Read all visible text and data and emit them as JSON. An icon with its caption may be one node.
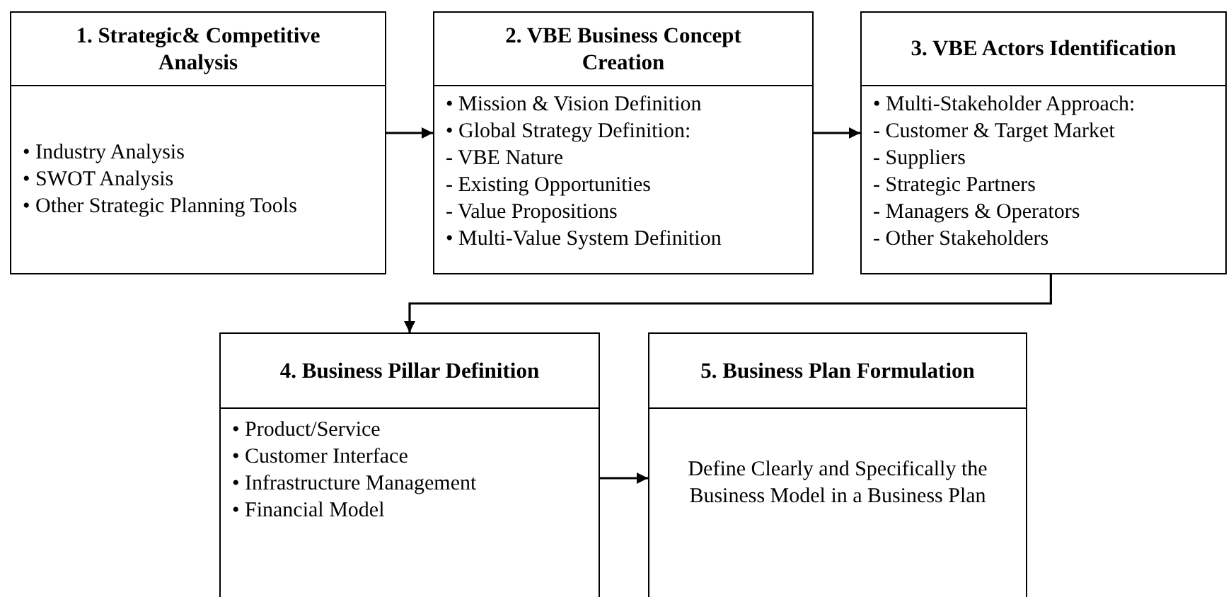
{
  "diagram": {
    "nodes": [
      {
        "text": [
          "1. Strategic& Competitive Analysis",
          "• Industry Analysis",
          "• SWOT Analysis",
          "• Other Strategic Planning Tools"
        ]
      },
      {
        "text": [
          "2. VBE Business Concept Creation",
          "• Mission & Vision Definition",
          "• Global Strategy Definition:",
          "- VBE Nature",
          "- Existing Opportunities",
          "- Value Propositions",
          "• Multi-Value System Definition"
        ]
      },
      {
        "text": [
          "3. VBE Actors Identification",
          "• Multi-Stakeholder Approach:",
          "- Customer & Target Market",
          "- Suppliers",
          "- Strategic Partners",
          "- Managers & Operators",
          "- Other Stakeholders"
        ]
      },
      {
        "text": [
          "4. Business Pillar Definition",
          "• Product/Service",
          "• Customer Interface",
          "• Infrastructure Management",
          "• Financial Model"
        ]
      },
      {
        "text": [
          "5. Business Plan Formulation",
          "Define Clearly and Specifically the Business Model in a Business Plan"
        ]
      }
    ],
    "edges": [
      {
        "from": 0,
        "to": 1,
        "arrow": "to"
      },
      {
        "from": 1,
        "to": 2,
        "arrow": "to"
      },
      {
        "from": 2,
        "to": 3,
        "arrow": "to"
      },
      {
        "from": 3,
        "to": 4,
        "arrow": "to"
      }
    ]
  }
}
